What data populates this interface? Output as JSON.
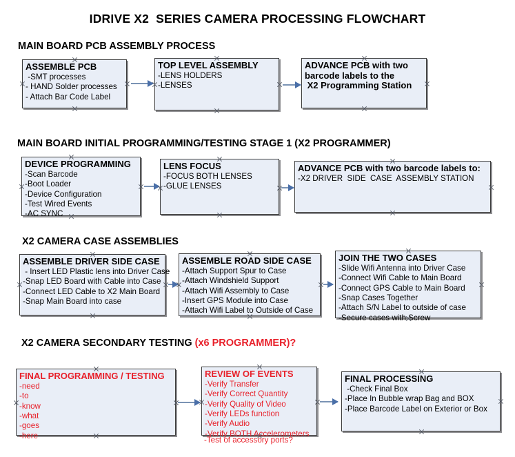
{
  "document": {
    "title": "IDRIVE X2  SERIES CAMERA PROCESSING FLOWCHART",
    "accent_color": "#e8202a",
    "node_fill": "#e9eef7",
    "node_border": "#3d3d3d",
    "arrow_color": "#7a93b4"
  },
  "sections": [
    {
      "heading": "MAIN BOARD PCB ASSEMBLY PROCESS",
      "heading_accent": "",
      "nodes": [
        {
          "title": "ASSEMBLE PCB",
          "lines": [
            " -SMT processes",
            "- HAND Solder processes",
            "- Attach Bar Code Label"
          ]
        },
        {
          "title": "TOP LEVEL ASSEMBLY",
          "lines": [
            "-LENS HOLDERS",
            "-LENSES"
          ]
        },
        {
          "title": "ADVANCE PCB with two",
          "lines": [
            "barcode labels to the",
            " X2 Programming Station"
          ]
        }
      ]
    },
    {
      "heading": "MAIN BOARD INITIAL PROGRAMMING/TESTING STAGE 1 (X2 PROGRAMMER)",
      "heading_accent": "",
      "nodes": [
        {
          "title": "DEVICE PROGRAMMING",
          "lines": [
            "-Scan Barcode",
            "-Boot Loader",
            "-Device Configuration",
            "-Test Wired Events",
            "-AC SYNC"
          ]
        },
        {
          "title": "LENS FOCUS",
          "lines": [
            "-FOCUS BOTH LENSES",
            "-GLUE LENSES"
          ]
        },
        {
          "title": "ADVANCE PCB with two barcode labels to:",
          "lines": [
            "-X2 DRIVER  SIDE  CASE  ASSEMBLY STATION"
          ]
        }
      ]
    },
    {
      "heading": "X2 CAMERA CASE ASSEMBLIES",
      "heading_accent": "",
      "nodes": [
        {
          "title": "ASSEMBLE DRIVER SIDE CASE",
          "lines": [
            " - Insert LED Plastic lens into Driver Case",
            "-Snap LED Board with Cable into Case",
            "-Connect LED Cable to X2 Main Board",
            "-Snap Main Board into case"
          ]
        },
        {
          "title": "ASSEMBLE ROAD SIDE CASE",
          "lines": [
            "-Attach Support Spur to Case",
            "-Attach Windshield Support",
            "-Attach Wifi Assembly to Case",
            "-Insert GPS Module into Case",
            "-Attach Wifi Label to Outside of Case"
          ]
        },
        {
          "title": "JOIN THE TWO CASES",
          "lines": [
            "-Slide Wifi Antenna into Driver Case",
            "-Connect Wifi Cable to Main Board",
            "-Connect GPS Cable to Main Board",
            "-Snap Cases Together",
            "-Attach S/N Label to outside of case",
            "-Secure cases with Screw"
          ]
        }
      ]
    },
    {
      "heading": "X2 CAMERA SECONDARY TESTING ",
      "heading_accent": "(x6 PROGRAMMER)?",
      "nodes": [
        {
          "title": "FINAL PROGRAMMING / TESTING",
          "lines": [
            "-need",
            "-to",
            "-know",
            "-what",
            "-goes",
            "-here"
          ]
        },
        {
          "title": "REVIEW OF EVENTS",
          "lines": [
            "-Verify Transfer",
            "-Verify Correct Quantity",
            "-Verify Quality of Video",
            "-Verify LEDs function",
            "-Verify Audio",
            "-Verify BOTH Accelerometers"
          ],
          "overflow_line": "-Test of accessory ports?"
        },
        {
          "title": "FINAL PROCESSING",
          "lines": [
            " -Check Final Box",
            "-Place In Bubble wrap Bag and BOX",
            "-Place Barcode Label on Exterior or Box"
          ]
        }
      ]
    }
  ]
}
